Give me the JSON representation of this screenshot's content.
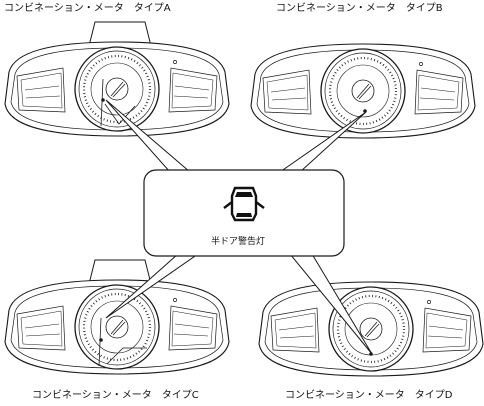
{
  "labels": {
    "type_a": "コンビネーション・メータ　タイプA",
    "type_b": "コンビネーション・メータ　タイプB",
    "type_c": "コンビネーション・メータ　タイプC",
    "type_d": "コンビネーション・メータ　タイプD",
    "door_warning": "半ドア警告灯"
  },
  "icons": {
    "door_warning_lamp": "door-ajar-car-top-view-icon"
  },
  "colors": {
    "line": "#1a1a1a",
    "background": "#ffffff"
  }
}
